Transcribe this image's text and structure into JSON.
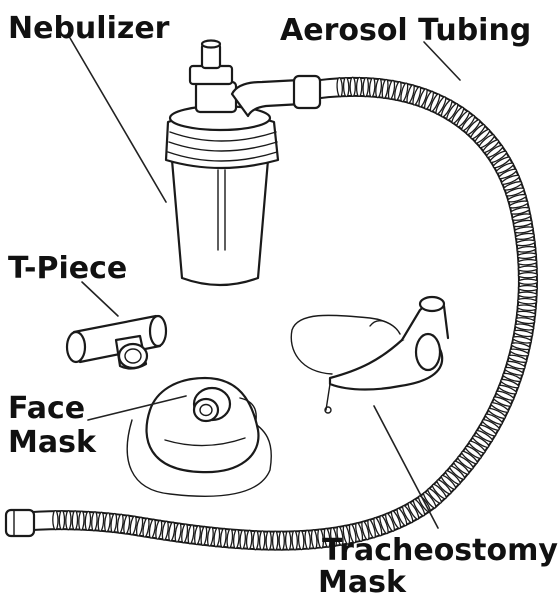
{
  "labels": {
    "nebulizer": "Nebulizer",
    "aerosol_tubing": "Aerosol Tubing",
    "t_piece": "T-Piece",
    "face_mask_line1": "Face",
    "face_mask_line2": "Mask",
    "trach_line1": "Tracheostomy",
    "trach_line2": "Mask"
  },
  "colors": {
    "ink": "#1a1a1a",
    "background": "#ffffff"
  }
}
